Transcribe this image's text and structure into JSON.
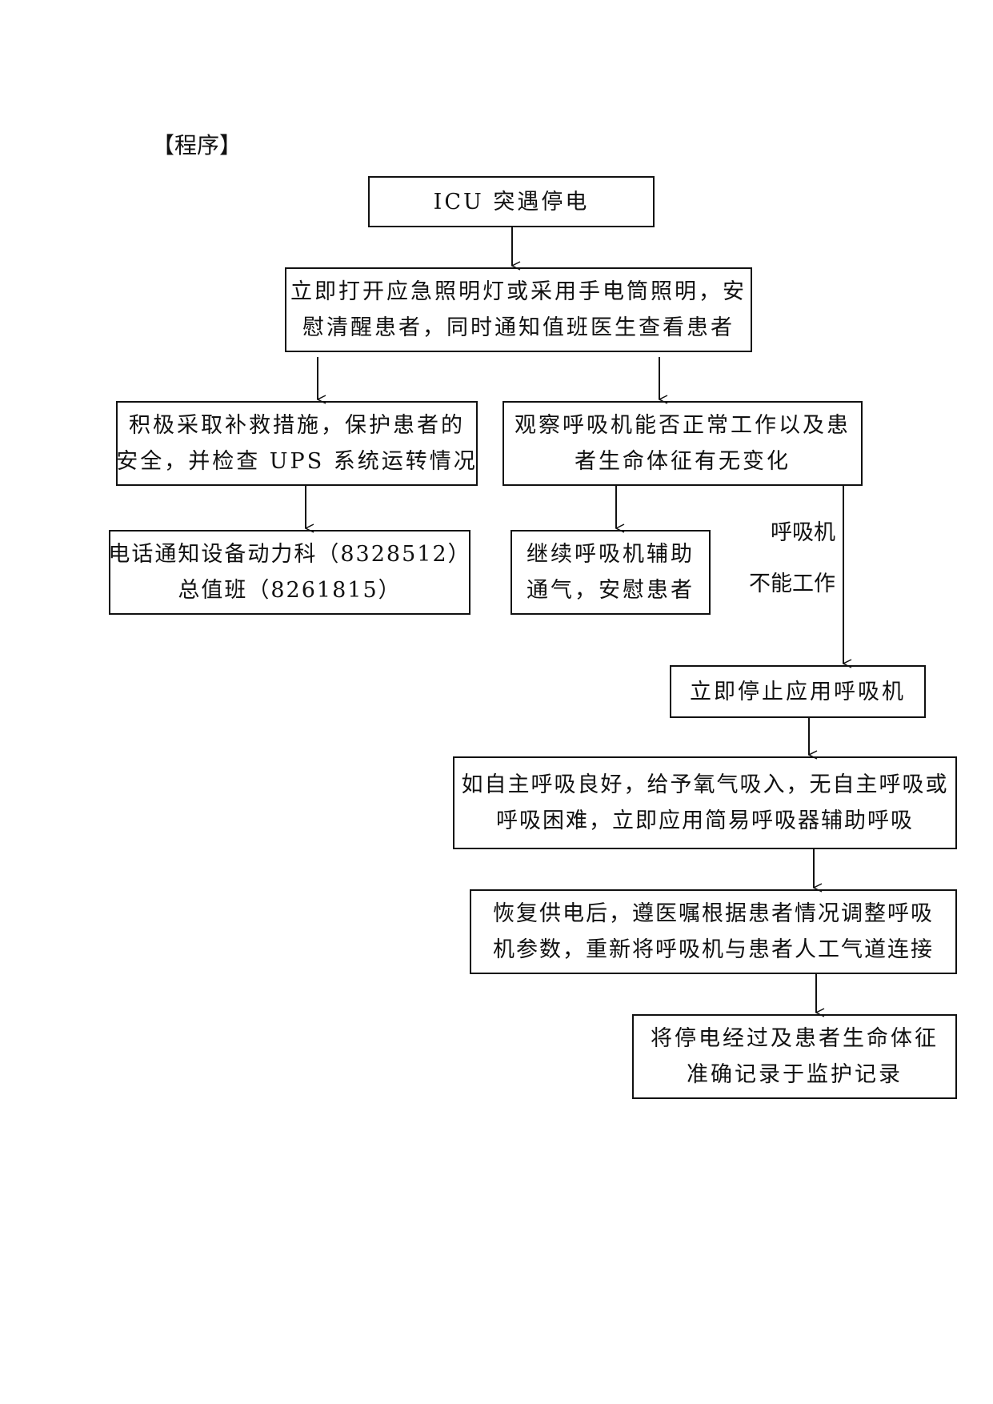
{
  "heading": "【程序】",
  "nodes": {
    "power_outage": [
      "ICU 突遇停电"
    ],
    "emergency_lighting": [
      "立即打开应急照明灯或采用手电筒照明，安",
      "慰清醒患者，同时通知值班医生查看患者"
    ],
    "remedial_measures": [
      "积极采取补救措施，保护患者的",
      "安全，并检查 UPS 系统运转情况"
    ],
    "observe_ventilator": [
      "观察呼吸机能否正常工作以及患",
      "者生命体征有无变化"
    ],
    "notify_departments": [
      "电话通知设备动力科（8328512）",
      "总值班（8261815）"
    ],
    "continue_ventilation": [
      "继续呼吸机辅助",
      "通气，安慰患者"
    ],
    "stop_ventilator": [
      "立即停止应用呼吸机"
    ],
    "breathing_support": [
      "如自主呼吸良好，给予氧气吸入，无自主呼吸或",
      "呼吸困难，立即应用简易呼吸器辅助呼吸"
    ],
    "restore_power": [
      "恢复供电后，遵医嘱根据患者情况调整呼吸",
      "机参数，重新将呼吸机与患者人工气道连接"
    ],
    "record": [
      "将停电经过及患者生命体征",
      "准确记录于监护记录"
    ]
  },
  "edge_label": [
    "呼吸机",
    "不能工作"
  ],
  "colors": {
    "line": "#111111",
    "background": "#ffffff"
  }
}
